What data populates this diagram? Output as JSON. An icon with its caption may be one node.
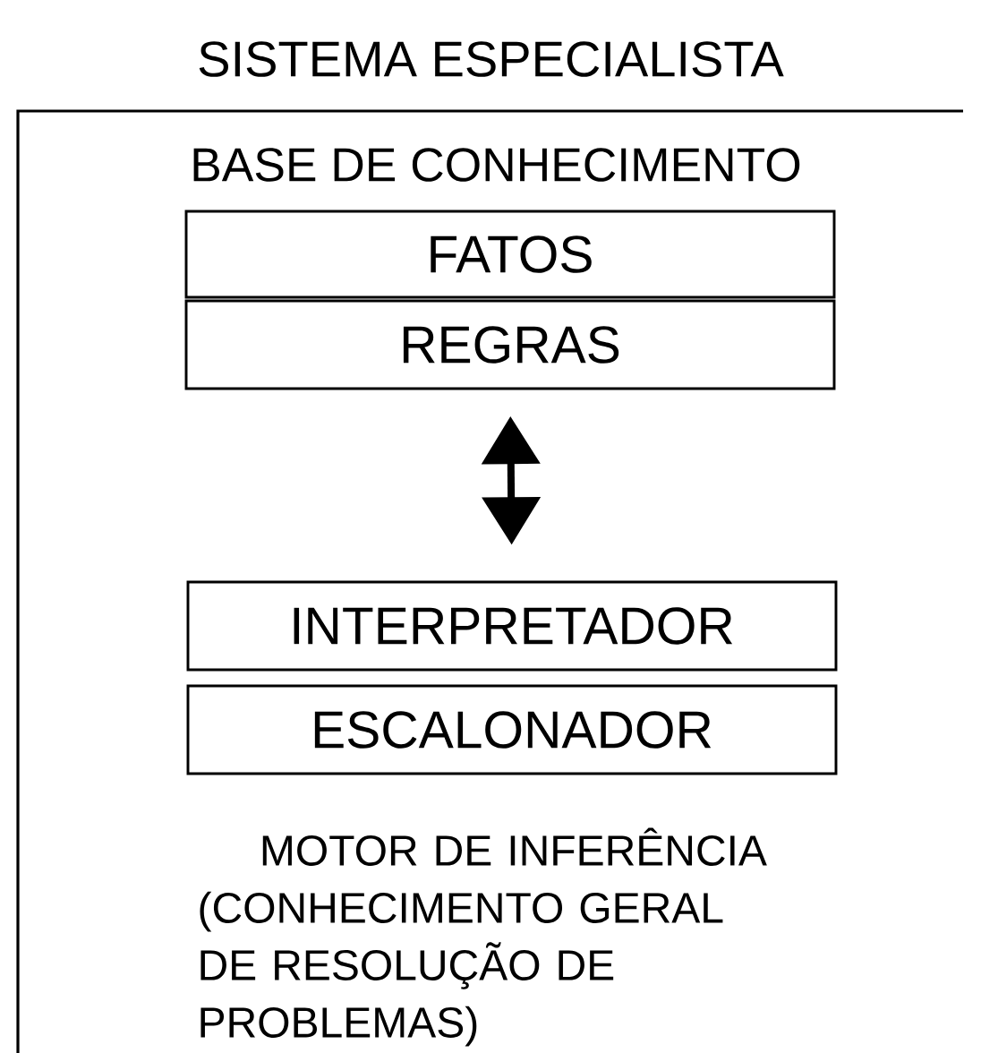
{
  "diagram": {
    "nodes": [
      {
        "text": [
          "SISTEMA ESPECIALISTA"
        ]
      },
      {
        "text": [
          "FATOS"
        ],
        "in": 0
      },
      {
        "text": [
          "REGRAS"
        ],
        "in": 0
      },
      {
        "text": [
          "INTERPRETADOR"
        ],
        "in": 0
      },
      {
        "text": [
          "ESCALONADOR"
        ],
        "in": 0
      }
    ],
    "edges": [
      {
        "from": 2,
        "to": 3,
        "arrow": "both"
      }
    ],
    "labels": [
      "BASE DE CONHECIMENTO",
      "MOTOR DE INFERÊNCIA (CONHECIMENTO GERAL DE RESOLUÇÃO DE PROBLEMAS)"
    ]
  }
}
